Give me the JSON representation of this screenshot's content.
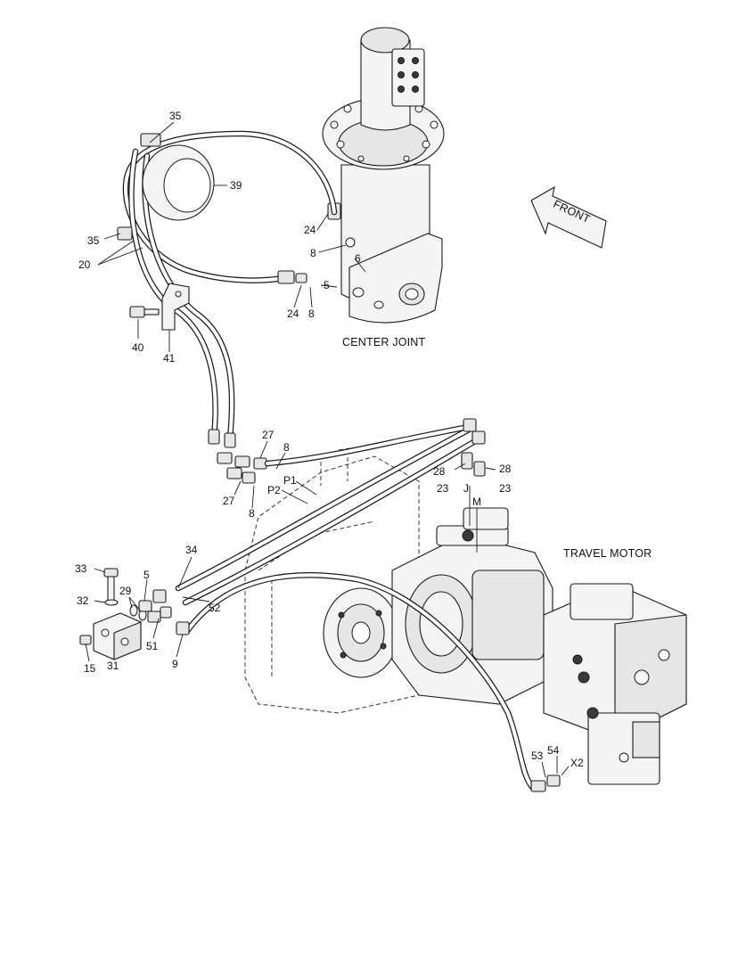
{
  "captions": {
    "center_joint": "CENTER JOINT",
    "travel_motor": "TRAVEL MOTOR",
    "front": "FRONT"
  },
  "callouts": {
    "c35a": "35",
    "c39": "39",
    "c35b": "35",
    "c20": "20",
    "c24a": "24",
    "c8a": "8",
    "c6": "6",
    "c5a": "5",
    "c24b": "24",
    "c8b": "8",
    "c40": "40",
    "c41": "41",
    "c27a": "27",
    "c8c": "8",
    "cP1": "P1",
    "cP2": "P2",
    "c27b": "27",
    "c8d": "8",
    "c28a": "28",
    "c28b": "28",
    "c23a": "23",
    "c23b": "23",
    "cJ": "J",
    "cM": "M",
    "c34": "34",
    "c33": "33",
    "c5b": "5",
    "c29": "29",
    "c32": "32",
    "c52": "52",
    "c15": "15",
    "c31": "31",
    "c51": "51",
    "c9": "9",
    "c53": "53",
    "c54": "54",
    "cX2": "X2"
  }
}
